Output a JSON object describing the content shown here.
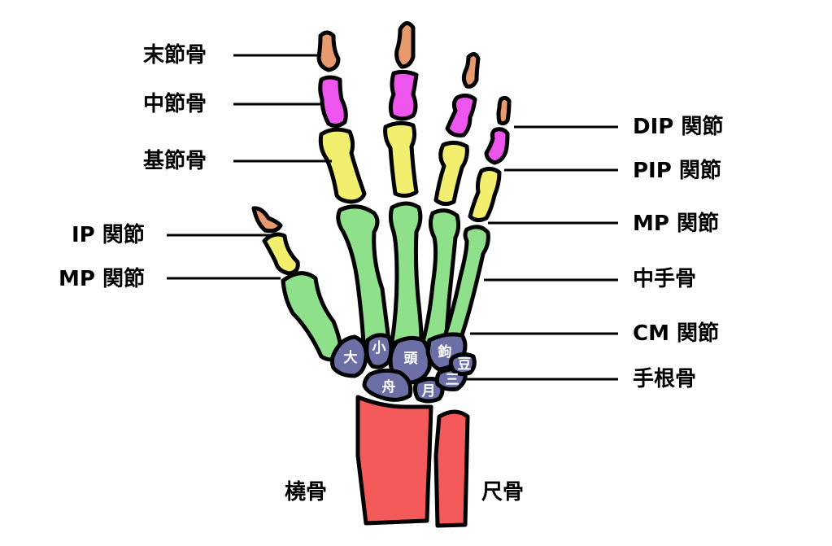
{
  "colors": {
    "distal_phalanx": "#e89a6f",
    "middle_phalanx": "#ee55ee",
    "proximal_phalanx": "#f2ef6e",
    "metacarpal": "#8fe08a",
    "carpal": "#6b6fa6",
    "radius_ulna": "#f45a5a",
    "outline": "#000000",
    "text": "#000000",
    "carpal_text": "#ffffff"
  },
  "labels": {
    "left": {
      "distal_phalanx": "末節骨",
      "middle_phalanx": "中節骨",
      "proximal_phalanx": "基節骨",
      "ip_joint": "IP 関節",
      "thumb_mp_joint": "MP 関節"
    },
    "right": {
      "dip_joint": "DIP 関節",
      "pip_joint": "PIP 関節",
      "mp_joint": "MP 関節",
      "metacarpal": "中手骨",
      "cm_joint": "CM 関節",
      "carpal_bones": "手根骨"
    },
    "bottom": {
      "radius": "橈骨",
      "ulna": "尺骨"
    }
  },
  "carpals": {
    "trapezium": "大",
    "trapezoid": "小",
    "capitate": "頭",
    "hamate": "鉤",
    "pisiform": "豆",
    "scaphoid": "舟",
    "lunate": "月",
    "triquetrum": "三"
  }
}
